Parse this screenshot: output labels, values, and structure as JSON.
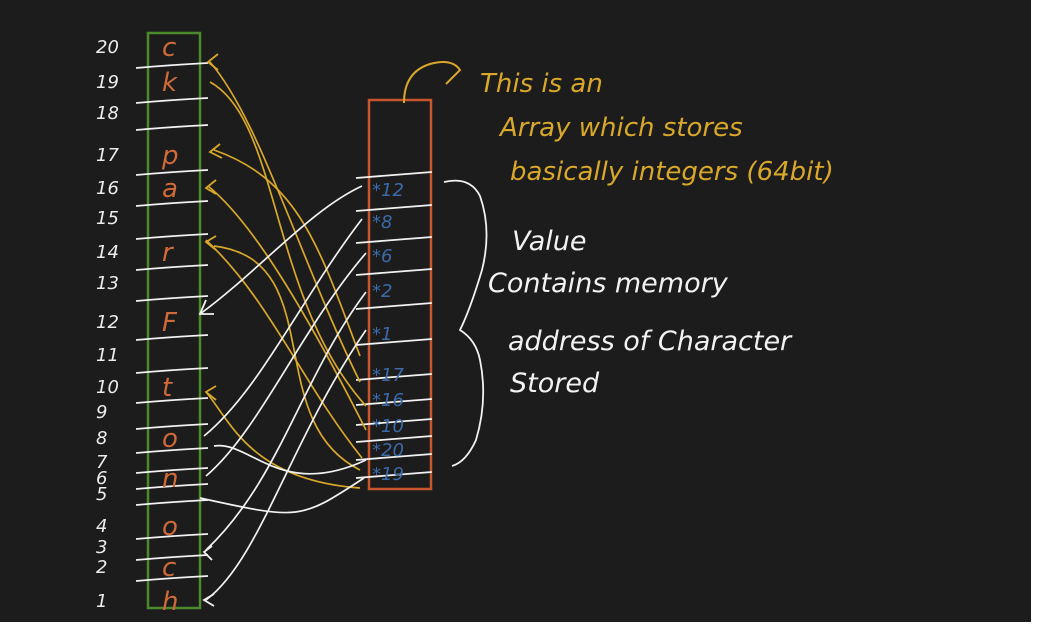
{
  "colors": {
    "background": "#1c1c1c",
    "green_box": "#4a8a2a",
    "orange_box": "#c8562c",
    "letters": "#d06a38",
    "yellow_text": "#d9a82a",
    "white_ink": "#f2f2f2",
    "blue_ink": "#3c6aa8",
    "row_numbers": "#ececec"
  },
  "memory_column": {
    "row_numbers": [
      "20",
      "19",
      "18",
      "17",
      "16",
      "15",
      "14",
      "13",
      "12",
      "11",
      "10",
      "9",
      "8",
      "7",
      "6",
      "5",
      "4",
      "3",
      "2",
      "1"
    ],
    "cells": [
      {
        "addr": "20",
        "char": "c"
      },
      {
        "addr": "19",
        "char": "k"
      },
      {
        "addr": "18",
        "char": ""
      },
      {
        "addr": "17",
        "char": "p"
      },
      {
        "addr": "16",
        "char": "a"
      },
      {
        "addr": "15",
        "char": ""
      },
      {
        "addr": "14",
        "char": "r"
      },
      {
        "addr": "13",
        "char": ""
      },
      {
        "addr": "12",
        "char": "F"
      },
      {
        "addr": "11",
        "char": ""
      },
      {
        "addr": "10",
        "char": "t"
      },
      {
        "addr": "9",
        "char": ""
      },
      {
        "addr": "8",
        "char": "o"
      },
      {
        "addr": "7",
        "char": ""
      },
      {
        "addr": "6",
        "char": "n"
      },
      {
        "addr": "5",
        "char": ""
      },
      {
        "addr": "4",
        "char": "o"
      },
      {
        "addr": "3",
        "char": ""
      },
      {
        "addr": "2",
        "char": "c"
      },
      {
        "addr": "1",
        "char": "h"
      }
    ]
  },
  "array_column": {
    "values": [
      "*12",
      "*8",
      "*6",
      "*2",
      "*1",
      "*17",
      "*16",
      "*10",
      "*20",
      "*19"
    ]
  },
  "annotations": {
    "array_note": [
      "This is an",
      "Array which stores",
      "basically integers (64bit)"
    ],
    "value_note": [
      "Value",
      "Contains memory",
      "address of Character",
      "Stored"
    ]
  }
}
